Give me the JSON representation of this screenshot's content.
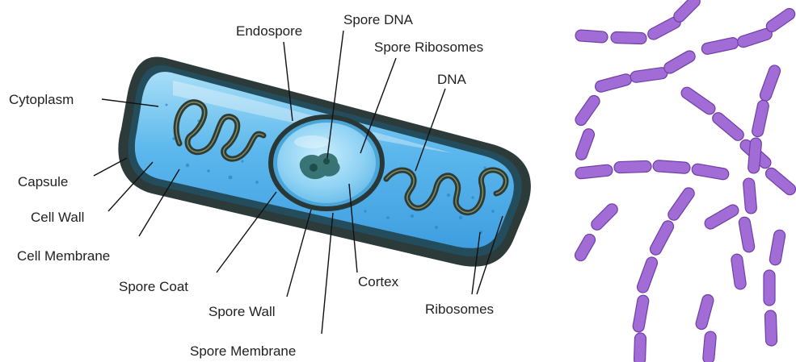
{
  "diagram": {
    "labels": {
      "endospore": "Endospore",
      "spore_dna": "Spore DNA",
      "spore_ribosomes": "Spore Ribosomes",
      "dna": "DNA",
      "cytoplasm": "Cytoplasm",
      "capsule": "Capsule",
      "cell_wall": "Cell Wall",
      "cell_membrane": "Cell Membrane",
      "spore_coat": "Spore Coat",
      "spore_wall": "Spore Wall",
      "spore_membrane": "Spore Membrane",
      "cortex": "Cortex",
      "ribosomes": "Ribosomes"
    },
    "colors": {
      "capsule": "#2d3a3a",
      "cytoplasm": "#5bb7ec",
      "cytoplasm_light": "#8fd2f4",
      "dna": "#2f3a33",
      "ribosome_dots": "#2f86c8",
      "stained_rods": "#a26cd6"
    }
  },
  "photo": {
    "subject": "purple-stained rod-shaped bacteria chains"
  }
}
